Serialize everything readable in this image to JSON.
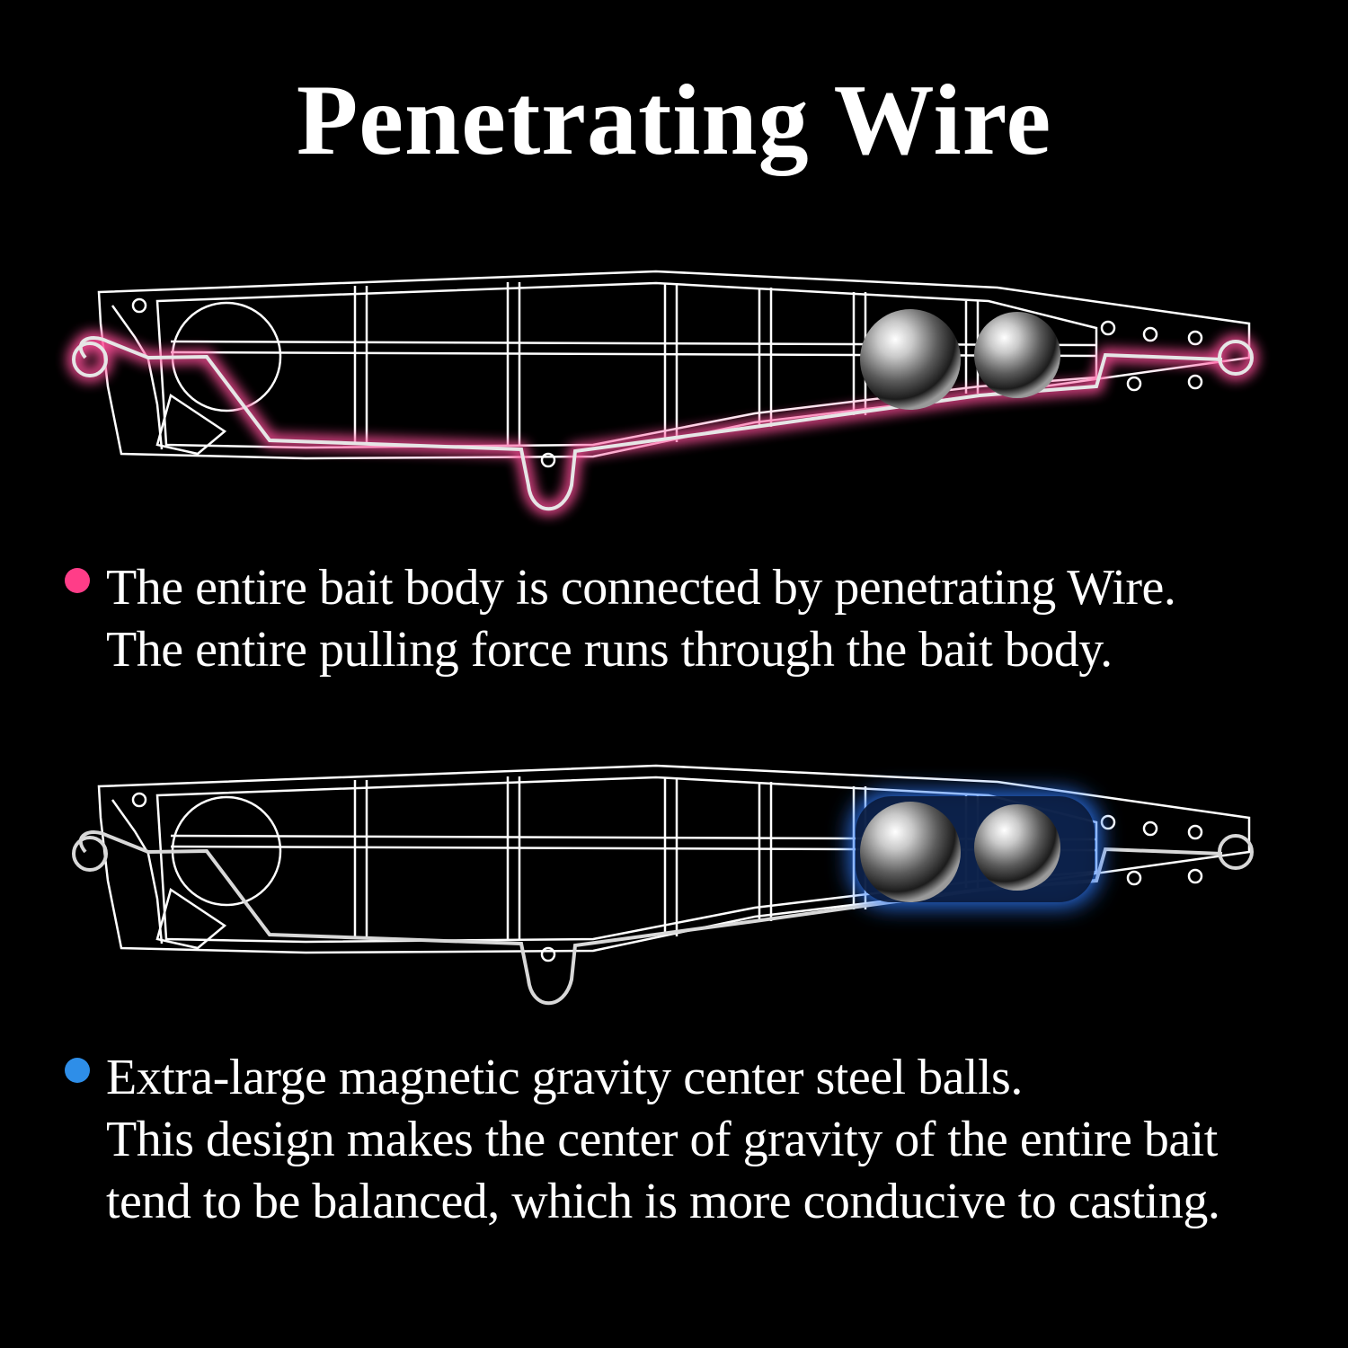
{
  "title": "Penetrating Wire",
  "colors": {
    "background": "#000000",
    "wire_highlight": "#ff4f9a",
    "balls_highlight": "#2f7dff",
    "bullet_pink": "#ff3d88",
    "bullet_blue": "#2e8ee8",
    "outline": "#ffffff"
  },
  "features": [
    {
      "bullet_color": "#ff3d88",
      "highlight": "wire",
      "lines": [
        "The entire bait body is connected by penetrating Wire.",
        "The entire pulling force runs through the bait body."
      ]
    },
    {
      "bullet_color": "#2e8ee8",
      "highlight": "steel-balls",
      "lines": [
        "Extra-large magnetic gravity center steel balls.",
        "This design makes the center of gravity of the entire bait",
        "tend to be balanced, which is more conducive to casting."
      ]
    }
  ]
}
